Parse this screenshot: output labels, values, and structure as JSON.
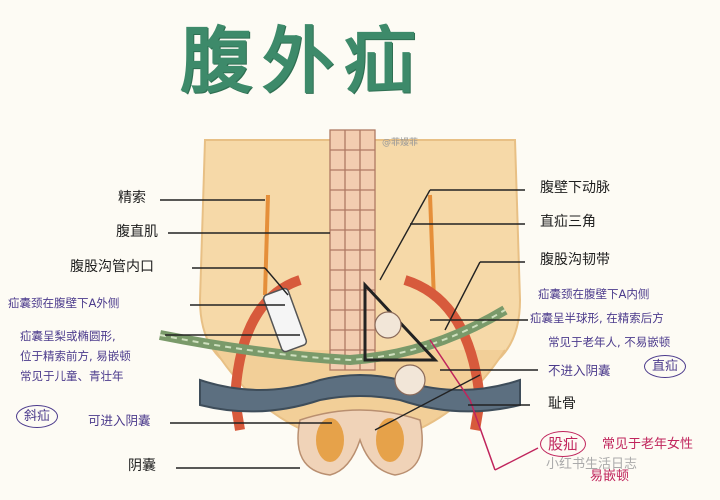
{
  "diagram": {
    "title": "腹外疝",
    "watermark": "@菲嫚菲",
    "footer_watermark": "小红书生活日志",
    "left_labels": {
      "jingsuo": "精索",
      "fuzhiji": "腹直肌",
      "fugugou_neikou": "腹股沟管内口",
      "note1": "疝囊颈在腹壁下A外侧",
      "note2_l1": "疝囊呈梨或椭圆形,",
      "note2_l2": "位于精索前方, 易嵌顿",
      "note2_l3": "常见于儿童、青壮年",
      "xieshan": "斜疝",
      "xieshan_note": "可进入阴囊",
      "yinnang": "阴囊"
    },
    "right_labels": {
      "fubixia_dongmai": "腹壁下动脉",
      "zhishan_sanjiao": "直疝三角",
      "fugugou_rendai": "腹股沟韧带",
      "note1": "疝囊颈在腹壁下A内侧",
      "note2": "疝囊呈半球形, 在精索后方",
      "note3": "常见于老年人, 不易嵌顿",
      "bujin": "不进入阴囊",
      "zhishan": "直疝",
      "chigu": "耻骨",
      "gushan": "股疝",
      "gushan_note1": "常见于老年女性",
      "gushan_note2": "易嵌顿"
    },
    "colors": {
      "title": "#3d8a6a",
      "skin": "#f6d9a8",
      "muscle": "#d75a3c",
      "ligament": "#7a9a6a",
      "note_text": "#4b3a8c",
      "femoral": "#c0245c"
    }
  }
}
